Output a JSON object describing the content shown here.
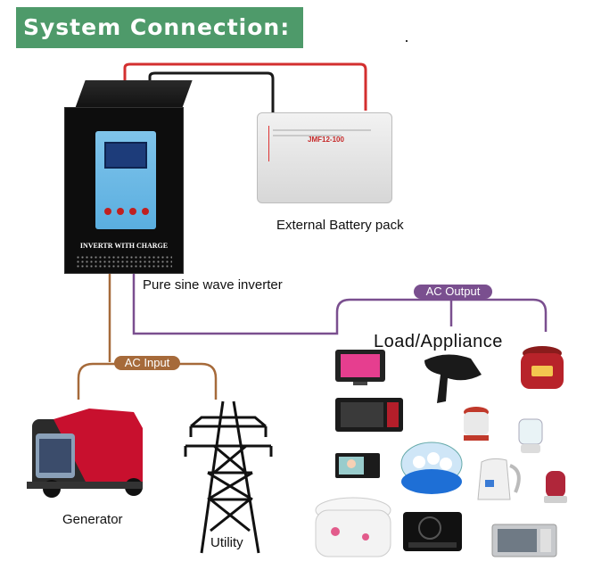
{
  "title": "System Connection:",
  "inverter": {
    "label": "INVERTR WITH CHARGE"
  },
  "battery": {
    "model": "JMF12-100",
    "caption": "External Battery pack"
  },
  "captions": {
    "inverter": "Pure sine wave inverter",
    "load": "Load/Appliance",
    "generator": "Generator",
    "utility": "Utility"
  },
  "tags": {
    "ac_output": "AC Output",
    "ac_input": "AC Input"
  },
  "colors": {
    "banner": "#4e9a6a",
    "positive_wire": "#d32f2f",
    "negative_wire": "#1a1a1a",
    "ac_output_wire": "#7a4f8f",
    "ac_input_wire": "#a66a3a"
  },
  "appliances": [
    "tv",
    "hair-dryer",
    "rice-cooker-red",
    "microwave-black",
    "food-steamer",
    "blender",
    "video-door-phone",
    "egg-cooker",
    "electric-kettle",
    "juicer",
    "rice-cooker-white",
    "induction-cooker",
    "microwave-silver"
  ]
}
